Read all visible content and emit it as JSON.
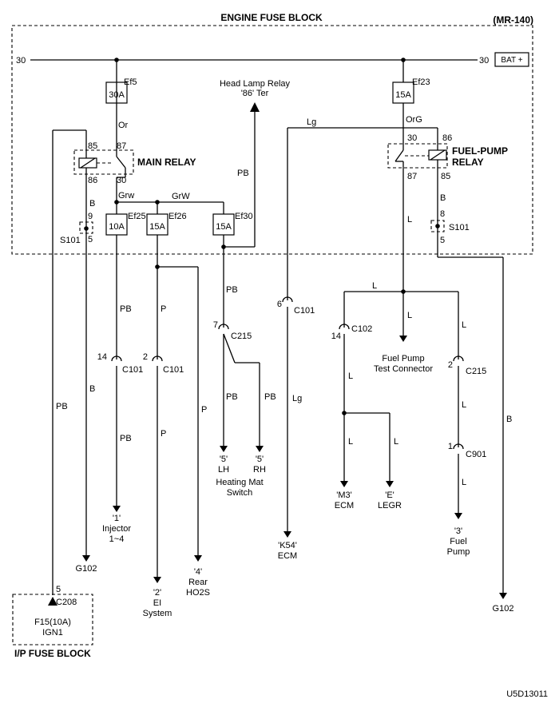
{
  "title": "ENGINE FUSE BLOCK",
  "model": "(MR-140)",
  "figure_id": "U5D13011",
  "ip_fuse_block": {
    "title": "I/P FUSE BLOCK",
    "fuse": "F15(10A)",
    "circuit": "IGN1",
    "pin": "5",
    "connector": "C208"
  },
  "bus": {
    "left_num": "30",
    "right_num": "30",
    "battery": "BAT +"
  },
  "fuses": [
    {
      "name": "Ef5",
      "rating": "30A"
    },
    {
      "name": "Ef23",
      "rating": "15A"
    },
    {
      "name": "Ef25",
      "rating": "10A"
    },
    {
      "name": "Ef26",
      "rating": "15A"
    },
    {
      "name": "Ef30",
      "rating": "15A"
    }
  ],
  "main_relay": {
    "title": "MAIN RELAY",
    "pin85": "85",
    "pin87": "87",
    "pin86": "86",
    "pin30": "30"
  },
  "fuel_pump_relay": {
    "title_l1": "FUEL-PUMP",
    "title_l2": "RELAY",
    "pin30": "30",
    "pin86": "86",
    "pin87": "87",
    "pin85": "85"
  },
  "head_lamp": {
    "l1": "Head Lamp Relay",
    "l2": "'86' Ter"
  },
  "splices": [
    {
      "name": "S101",
      "pin_top": "9",
      "pin_bottom": "5"
    },
    {
      "name": "S101",
      "pin_top": "8",
      "pin_bottom": "5"
    }
  ],
  "wire_colors": {
    "or": "Or",
    "grw": "Grw",
    "grw2": "GrW",
    "org": "OrG",
    "lg_top": "Lg",
    "lg_mid": "Lg",
    "pb_head": "PB",
    "pb_left": "PB",
    "b_left": "B",
    "pb_inj1": "PB",
    "pb_inj2": "PB",
    "p1": "P",
    "p2": "P",
    "p3": "P",
    "pb_heat": "PB",
    "pb_lh": "PB",
    "pb_rh": "PB",
    "b_relay": "B",
    "b_right": "B",
    "l_fp": "L",
    "l_top": "L",
    "l_conn": "L",
    "l_c102": "L",
    "l_m3": "L",
    "l_legr": "L",
    "l_c215": "L",
    "l_c901a": "L",
    "l_c901b": "L"
  },
  "connectors": [
    {
      "pin": "14",
      "name": "C101"
    },
    {
      "pin": "2",
      "name": "C101"
    },
    {
      "pin": "7",
      "name": "C215"
    },
    {
      "pin": "6",
      "name": "C101"
    },
    {
      "pin": "14",
      "name": "C102"
    },
    {
      "pin": "2",
      "name": "C215"
    },
    {
      "pin": "1",
      "name": "C901"
    }
  ],
  "destinations": {
    "injector": [
      "'1'",
      "Injector",
      "1~4"
    ],
    "g102_left": [
      "G102"
    ],
    "ei_system": [
      "'2'",
      "EI",
      "System"
    ],
    "rear_ho2s": [
      "'4'",
      "Rear",
      "HO2S"
    ],
    "lh": [
      "'5'",
      "LH"
    ],
    "rh": [
      "'5'",
      "RH"
    ],
    "heating_mat": [
      "Heating Mat",
      "Switch"
    ],
    "k54_ecm": [
      "'K54'",
      "ECM"
    ],
    "m3_ecm": [
      "'M3'",
      "ECM"
    ],
    "legr": [
      "'E'",
      "LEGR"
    ],
    "fp_test": [
      "Fuel Pump",
      "Test Connector"
    ],
    "fuel_pump": [
      "'3'",
      "Fuel",
      "Pump"
    ],
    "g102_right": [
      "G102"
    ]
  }
}
